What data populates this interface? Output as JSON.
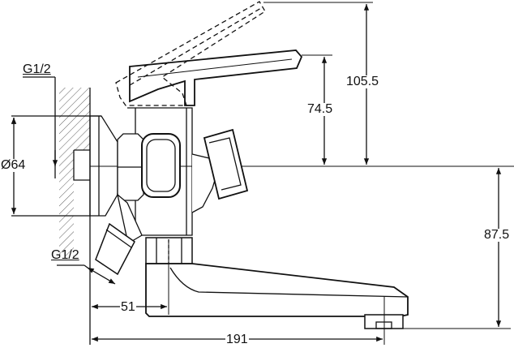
{
  "title": "Wall-mounted mixer tap dimension drawing",
  "labels": {
    "thread_top": "G1/2",
    "thread_bottom": "G1/2",
    "escutcheon_diameter": "Ø64",
    "lever_height_low": "74.5",
    "lever_height_high": "105.5",
    "spout_height": "87.5",
    "inlet_offset": "51",
    "spout_reach": "191"
  },
  "colors": {
    "line": "#111111",
    "background": "#ffffff"
  }
}
